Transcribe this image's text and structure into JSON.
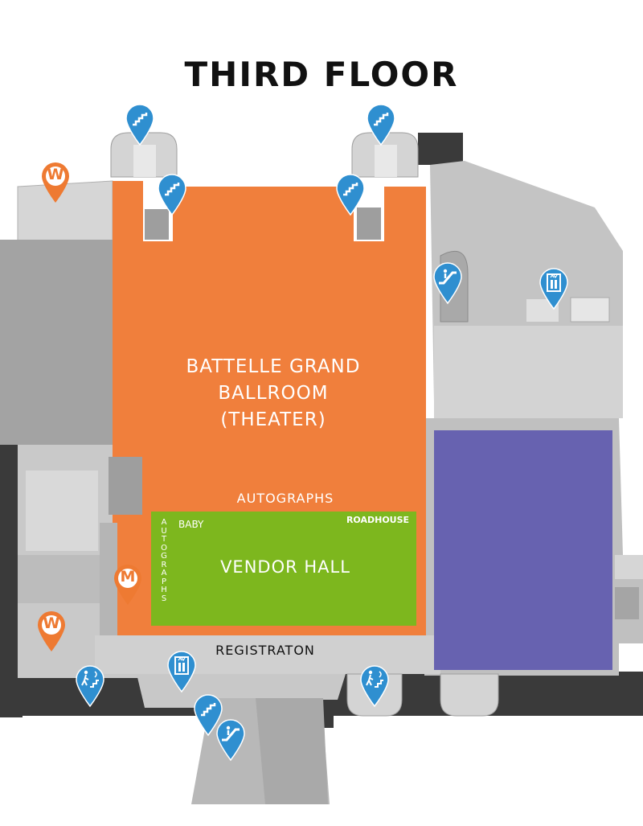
{
  "map_title": "THIRD FLOOR",
  "rooms": {
    "ballroom_line1": "BATTELLE GRAND",
    "ballroom_line2": "BALLROOM",
    "ballroom_line3": "(THEATER)",
    "autographs_top": "AUTOGRAPHS",
    "baby": "BABY",
    "roadhouse": "ROADHOUSE",
    "vendor_hall": "VENDOR HALL",
    "autographs_vertical": "AUTOGRAPHS",
    "registration": "REGISTRATON"
  },
  "markers": {
    "womens_restroom": "W",
    "mens_restroom": "M",
    "icons": [
      "stairs-icon",
      "escalator-icon",
      "elevator-icon",
      "stairs-exit-icon"
    ]
  },
  "colors": {
    "ballroom": "#f07f3c",
    "vendor_hall": "#7db71e",
    "purple_hall": "#6762b0",
    "restroom_pin": "#ee7a32",
    "amenity_pin": "#2f8fd0",
    "floor_light": "#d6d6d6",
    "floor_mid": "#a8a8a8",
    "wall_dark": "#3a3a3a"
  }
}
